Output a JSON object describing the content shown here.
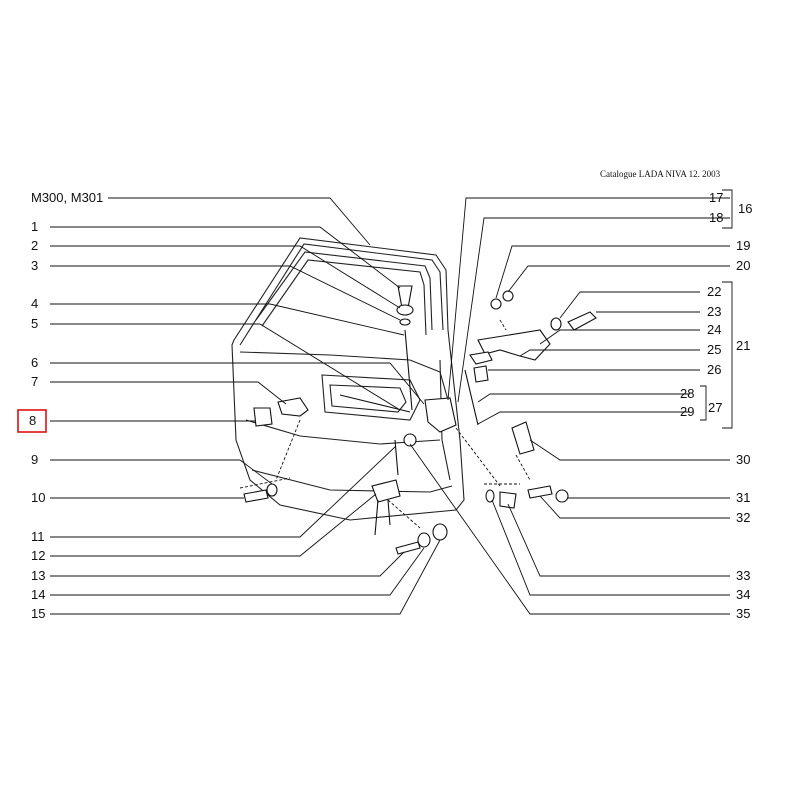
{
  "catalog_header": "Catalogue LADA NIVA 12. 2003",
  "highlight_color": "#e01010",
  "highlighted_callout": "8",
  "variant_label": "M300, M301",
  "left_callouts": [
    "1",
    "2",
    "3",
    "4",
    "5",
    "6",
    "7",
    "8",
    "9",
    "10",
    "11",
    "12",
    "13",
    "14",
    "15"
  ],
  "right_callouts": [
    "17",
    "18",
    "19",
    "20",
    "22",
    "23",
    "24",
    "25",
    "26",
    "28",
    "29",
    "30",
    "31",
    "32",
    "33",
    "34",
    "35"
  ],
  "groups": [
    "16",
    "21",
    "27"
  ]
}
